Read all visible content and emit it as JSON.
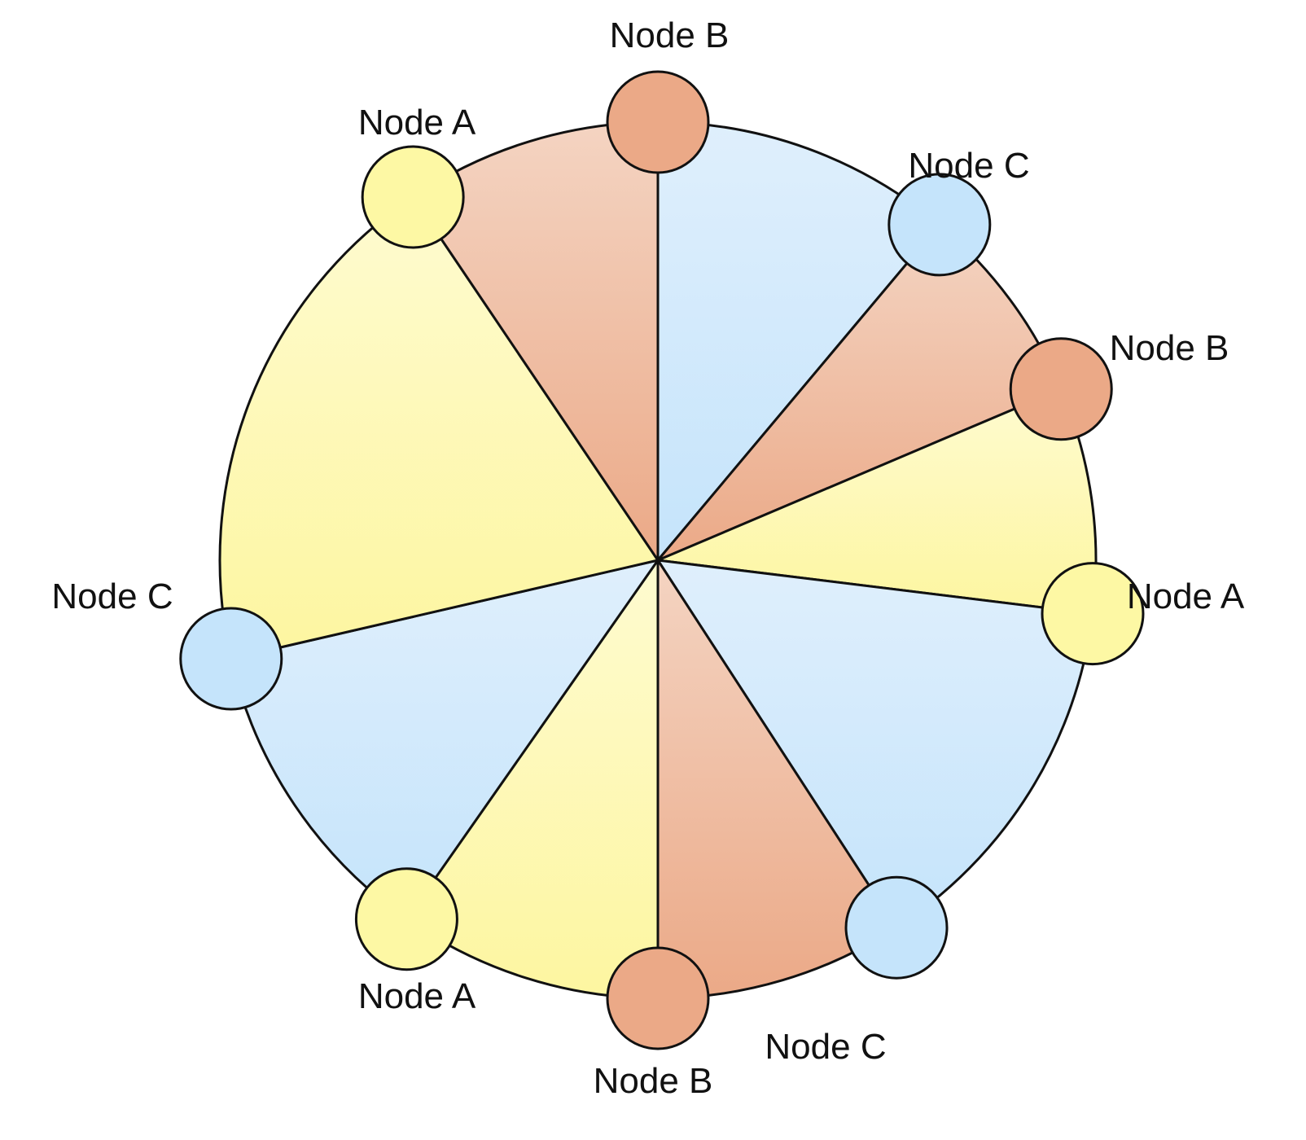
{
  "diagram": {
    "node_types": {
      "A": {
        "label": "Node A",
        "color": "#fdf8a4",
        "gradient_top": "#fefbd0",
        "gradient_bottom": "#fdf6a0"
      },
      "B": {
        "label": "Node B",
        "color": "#eba987",
        "gradient_top": "#f4d4c2",
        "gradient_bottom": "#eba987"
      },
      "C": {
        "label": "Node C",
        "color": "#c5e4fb",
        "gradient_top": "#dfeffc",
        "gradient_bottom": "#c5e4fb"
      }
    },
    "nodes": [
      {
        "type": "B",
        "label": "Node B"
      },
      {
        "type": "C",
        "label": "Node C"
      },
      {
        "type": "B",
        "label": "Node B"
      },
      {
        "type": "A",
        "label": "Node A"
      },
      {
        "type": "C",
        "label": "Node C"
      },
      {
        "type": "B",
        "label": "Node B"
      },
      {
        "type": "A",
        "label": "Node A"
      },
      {
        "type": "C",
        "label": "Node C"
      },
      {
        "type": "A",
        "label": "Node A"
      }
    ]
  }
}
